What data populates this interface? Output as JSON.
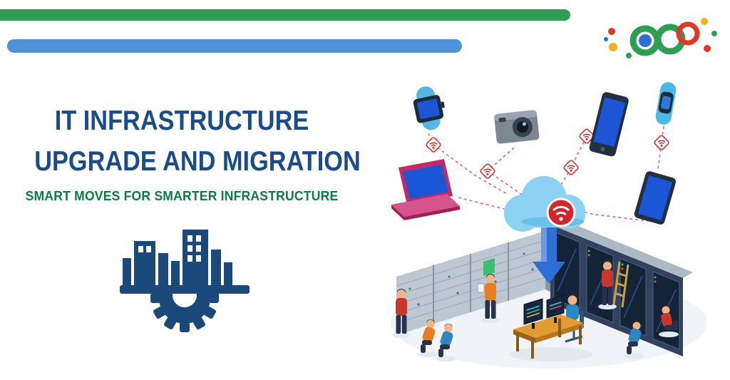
{
  "page": {
    "background_color": "#ffffff"
  },
  "header": {
    "top_bar": {
      "color": "#2f9e53"
    },
    "second_bar": {
      "color": "#4e92d8"
    },
    "logo": {
      "icon": "colorful-loops-logo",
      "colors": [
        "#2f9e53",
        "#2b6fd4",
        "#e2352b",
        "#f2b21c"
      ]
    }
  },
  "hero": {
    "title_line1": "IT INFRASTRUCTURE",
    "title_line2": "UPGRADE AND MIGRATION",
    "subtitle": "SMART MOVES FOR SMARTER INFRASTRUCTURE",
    "title_color": "#1c4c87",
    "subtitle_color": "#0d7a45",
    "emblem_icon": "city-buildings-gear-icon",
    "emblem_color": "#1b4a7a"
  },
  "illustration": {
    "cloud_icon": "cloud-icon",
    "cloud_badge_icon": "wifi-icon",
    "cloud_color": "#8ed2f3",
    "badge_color": "#d3262b",
    "connector_color": "#e2666e",
    "connector_node_icon": "wifi-diamond-icon",
    "arrow_icon": "down-arrow-icon",
    "arrow_color": "#2e6fd6",
    "device_icons": [
      "smartwatch-icon",
      "action-camera-icon",
      "smartphone-icon",
      "fitness-band-icon",
      "laptop-icon",
      "tablet-icon"
    ],
    "scene_icons": [
      "server-rack-row-left",
      "server-rack-row-right",
      "operator-workstation",
      "technician-figures"
    ]
  }
}
